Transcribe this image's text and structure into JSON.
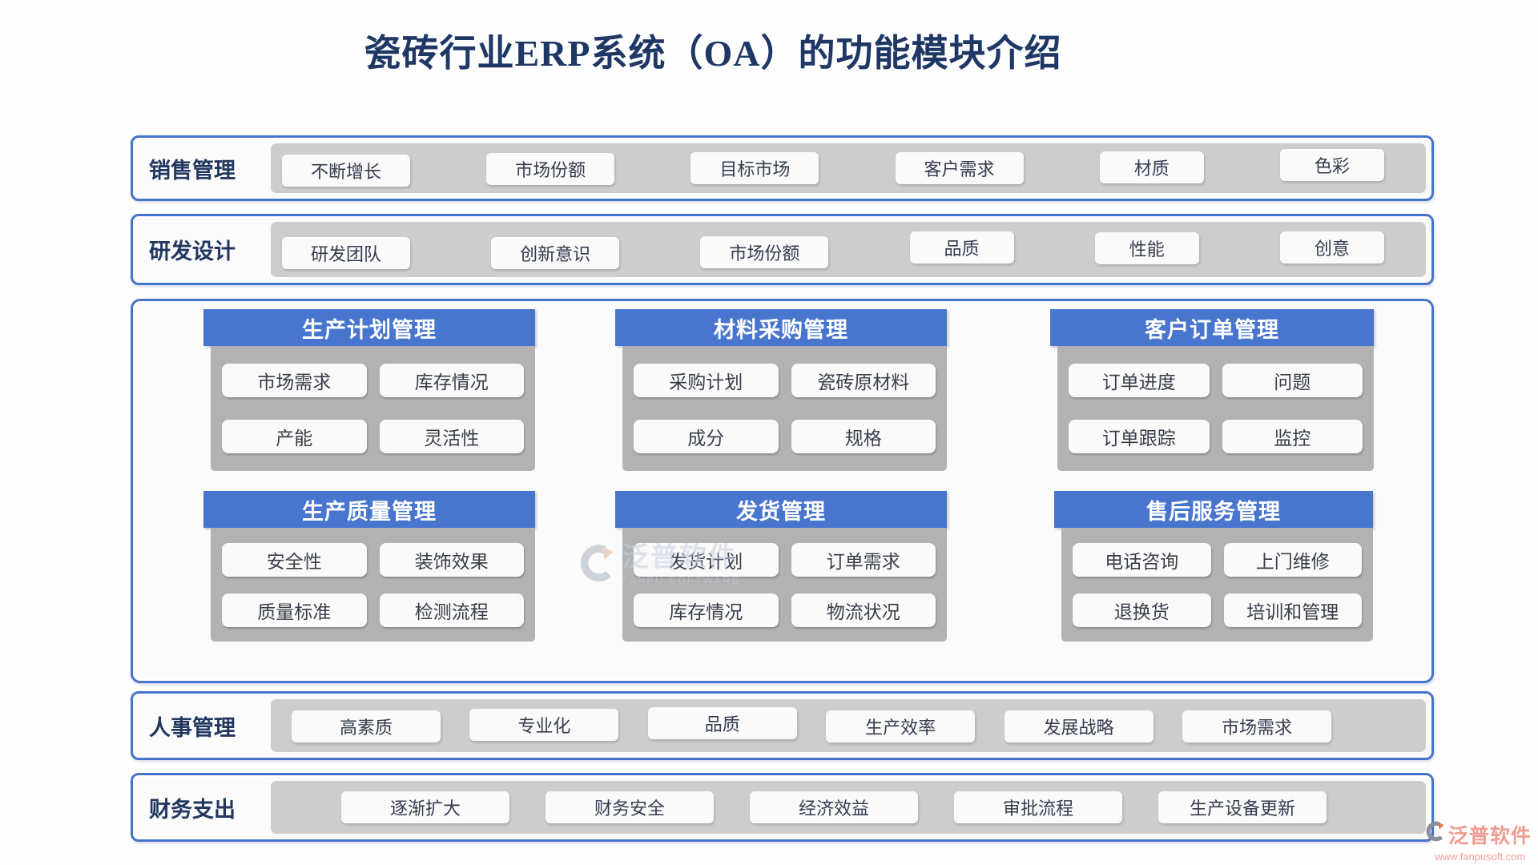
{
  "title": "瓷砖行业ERP系统（OA）的功能模块介绍",
  "top_rows": [
    {
      "label": "销售管理",
      "chips": [
        "不断增长",
        "市场份额",
        "目标市场",
        "客户需求",
        "材质",
        "色彩"
      ]
    },
    {
      "label": "研发设计",
      "chips": [
        "研发团队",
        "创新意识",
        "市场份额",
        "品质",
        "性能",
        "创意"
      ]
    }
  ],
  "cards": [
    {
      "title": "生产计划管理",
      "chips": [
        "市场需求",
        "库存情况",
        "产能",
        "灵活性"
      ]
    },
    {
      "title": "材料采购管理",
      "chips": [
        "采购计划",
        "瓷砖原材料",
        "成分",
        "规格"
      ]
    },
    {
      "title": "客户订单管理",
      "chips": [
        "订单进度",
        "问题",
        "订单跟踪",
        "监控"
      ]
    },
    {
      "title": "生产质量管理",
      "chips": [
        "安全性",
        "装饰效果",
        "质量标准",
        "检测流程"
      ]
    },
    {
      "title": "发货管理",
      "chips": [
        "发货计划",
        "订单需求",
        "库存情况",
        "物流状况"
      ]
    },
    {
      "title": "售后服务管理",
      "chips": [
        "电话咨询",
        "上门维修",
        "退换货",
        "培训和管理"
      ]
    }
  ],
  "bottom_rows": [
    {
      "label": "人事管理",
      "chips": [
        "高素质",
        "专业化",
        "品质",
        "生产效率",
        "发展战略",
        "市场需求"
      ]
    },
    {
      "label": "财务支出",
      "chips": [
        "逐渐扩大",
        "财务安全",
        "经济效益",
        "审批流程",
        "生产设备更新"
      ]
    }
  ],
  "watermark": {
    "name": "泛普软件",
    "subtitle": "FANPU SOFTWARE"
  },
  "brand": {
    "name": "泛普软件",
    "website": "www.fanpusoft.com"
  },
  "colors": {
    "title_navy": "#1e3765",
    "border_blue": "#4673cb",
    "card_header_blue": "#4876ce",
    "row_bar_gray": "#cdcdcd",
    "card_body_gray": "#b2b2b2",
    "chip_bg": "#fafafa",
    "chip_text": "#333b4e",
    "brand_pink": "#ee9c92",
    "logo_orange": "#e77c4f",
    "logo_gray": "#8a8f99"
  }
}
